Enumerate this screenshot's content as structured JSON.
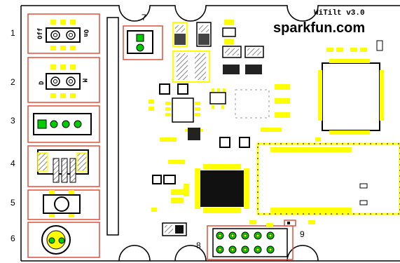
{
  "board": {
    "brand": "sparkfun.com",
    "product": "WiTilt v3.0",
    "colors": {
      "outline": "#000000",
      "silk": "#e0503a",
      "pad": "#f2e000",
      "hatch": "#888888",
      "gridline": "#cccccc"
    }
  },
  "sections": [
    {
      "id": "1",
      "label": "1",
      "switch_left": "Off",
      "switch_right": "On"
    },
    {
      "id": "2",
      "label": "2",
      "switch_left": "D",
      "switch_right": "M"
    },
    {
      "id": "3",
      "label": "3"
    },
    {
      "id": "4",
      "label": "4"
    },
    {
      "id": "5",
      "label": "5"
    },
    {
      "id": "6",
      "label": "6"
    }
  ],
  "callouts": [
    {
      "id": "7",
      "label": "7"
    },
    {
      "id": "8",
      "label": "8"
    },
    {
      "id": "9",
      "label": "9"
    }
  ],
  "icons": [
    "board-outline",
    "toggle-switch",
    "jst-connector",
    "pushbutton",
    "led",
    "header-2x5",
    "ic-qfp",
    "bluetooth-module"
  ]
}
